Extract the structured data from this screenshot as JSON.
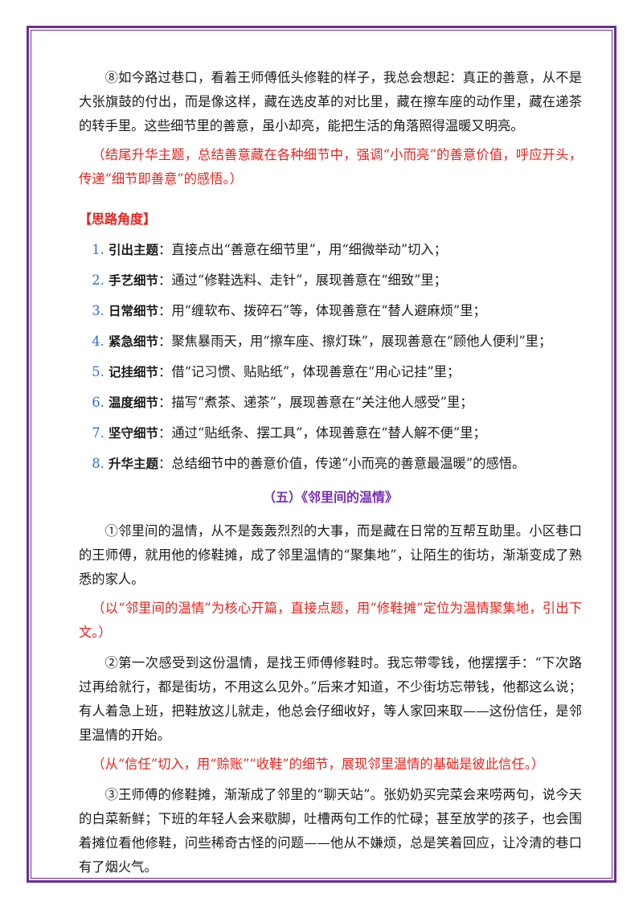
{
  "colors": {
    "frame": "#6b2f8f",
    "note_red": "#e8231d",
    "list_number_blue": "#2e6fd6",
    "section_title_purple": "#7a2fb5"
  },
  "top_paragraph": "⑧如今路过巷口，看着王师傅低头修鞋的样子，我总会想起：真正的善意，从不是大张旗鼓的付出，而是像这样，藏在选皮革的对比里，藏在擦车座的动作里，藏在递茶的转手里。这些细节里的善意，虽小却亮，能把生活的角落照得温暖又明亮。",
  "top_note": "（结尾升华主题，总结善意藏在各种细节中，强调“小而亮”的善意价值，呼应开头，传递“细节即善意”的感悟。）",
  "heading": "【思路角度】",
  "list": [
    {
      "num": "1.",
      "key": "引出主题",
      "text": "：直接点出“善意在细节里”，用“细微举动”切入；"
    },
    {
      "num": "2.",
      "key": "手艺细节",
      "text": "：通过“修鞋选料、走针”，展现善意在“细致”里；"
    },
    {
      "num": "3.",
      "key": "日常细节",
      "text": "：用“缠软布、拨碎石”等，体现善意在“替人避麻烦”里；"
    },
    {
      "num": "4.",
      "key": "紧急细节",
      "text": "：聚焦暴雨天，用“擦车座、擦灯珠”，展现善意在“顾他人便利”里；"
    },
    {
      "num": "5.",
      "key": "记挂细节",
      "text": "：借“记习惯、贴贴纸”，体现善意在“用心记挂”里；"
    },
    {
      "num": "6.",
      "key": "温度细节",
      "text": "：描写“煮茶、递茶”，展现善意在“关注他人感受”里；"
    },
    {
      "num": "7.",
      "key": "坚守细节",
      "text": "：通过“贴纸条、摆工具”，体现善意在“替人解不便”里；"
    },
    {
      "num": "8.",
      "key": "升华主题",
      "text": "：总结细节中的善意价值，传递“小而亮的善意最温暖”的感悟。"
    }
  ],
  "section_title": "（五）《邻里间的温情》",
  "paragraphs": [
    {
      "text": "①邻里间的温情，从不是轰轰烈烈的大事，而是藏在日常的互帮互助里。小区巷口的王师傅，就用他的修鞋摊，成了邻里温情的“聚集地”，让陌生的街坊，渐渐变成了熟悉的家人。",
      "note": "（以“邻里间的温情”为核心开篇，直接点题，用“修鞋摊”定位为温情聚集地，引出下文。）"
    },
    {
      "text": "②第一次感受到这份温情，是找王师傅修鞋时。我忘带零钱，他摆摆手：“下次路过再给就行，都是街坊，不用这么见外。”后来才知道，不少街坊忘带钱，他都这么说；有人着急上班，把鞋放这儿就走，他总会仔细收好，等人家回来取——这份信任，是邻里温情的开始。",
      "note": "（从“信任”切入，用“赊账”“收鞋”的细节，展现邻里温情的基础是彼此信任。）"
    },
    {
      "text": "③王师傅的修鞋摊，渐渐成了邻里的“聊天站”。张奶奶买完菜会来唠两句，说今天的白菜新鲜；下班的年轻人会来歇脚，吐槽两句工作的忙碌；甚至放学的孩子，也会围着摊位看他修鞋，问些稀奇古怪的问题——他从不嫌烦，总是笑着回应，让冷清的巷口有了烟火气。",
      "note": ""
    }
  ]
}
